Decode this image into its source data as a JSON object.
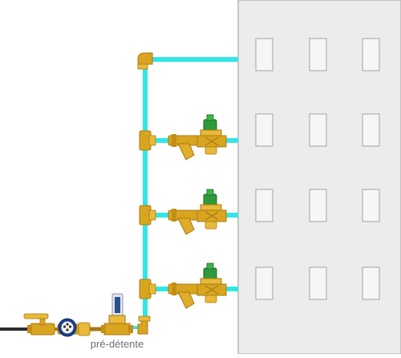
{
  "diagram": {
    "label_pre_detente": "pré-détente",
    "building_floors": 4,
    "windows_per_floor": 3,
    "floor_branches_with_regulator": 3,
    "colors": {
      "pipe": "#33e6e6",
      "brass": "#d9a521",
      "brass_dark": "#a87a10",
      "building_fill": "#ececec",
      "building_stroke": "#b5b5b5",
      "regulator_cap": "#2f9a3a",
      "supply_pipe": "#2b2b2b"
    },
    "icons": [
      "ball-valve-icon",
      "water-meter-icon",
      "pressure-reducer-icon",
      "strainer-icon",
      "elbow-fitting-icon",
      "tee-fitting-icon"
    ]
  }
}
